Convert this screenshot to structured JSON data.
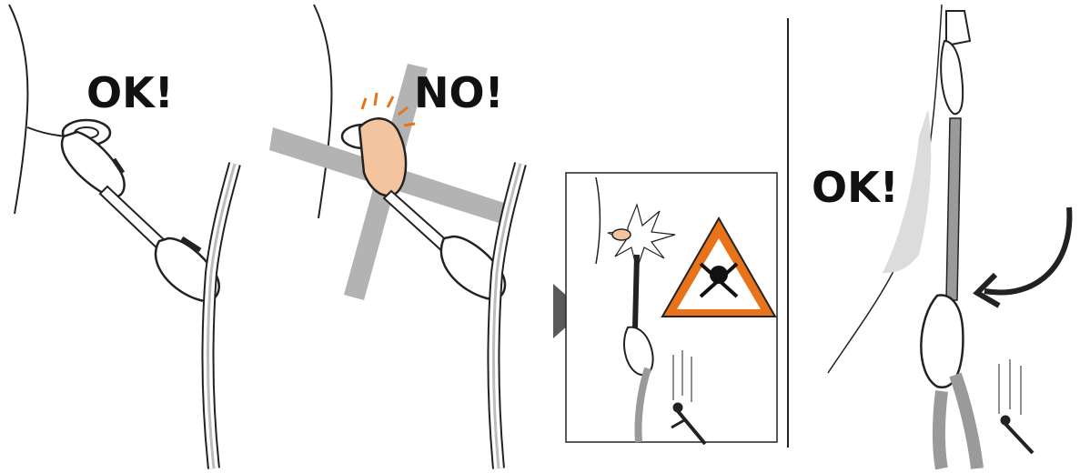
{
  "panels": [
    {
      "id": "panel-1",
      "label": "OK!"
    },
    {
      "id": "panel-2",
      "label": "NO!"
    },
    {
      "id": "panel-3",
      "label": ""
    },
    {
      "id": "panel-4",
      "label": "OK!"
    }
  ],
  "colors": {
    "line": "#222222",
    "rope": "#9a9a9a",
    "cross": "#b3b3b3",
    "danger": "#e8731a",
    "highlight": "#f3c49e",
    "arrow": "#5a5a5a"
  },
  "icons": [
    "skull-crossbones-warning-icon",
    "falling-climber-icon",
    "play-arrow-icon",
    "curved-arrow-icon"
  ]
}
